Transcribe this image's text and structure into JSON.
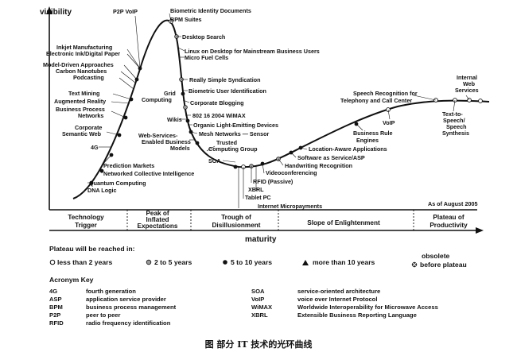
{
  "axis": {
    "y_label": "visibility",
    "x_label": "maturity",
    "as_of": "As of August 2005"
  },
  "phases": [
    {
      "lines": [
        "Technology",
        "Trigger"
      ]
    },
    {
      "lines": [
        "Peak of",
        "Inflated",
        "Expectations"
      ]
    },
    {
      "lines": [
        "Trough of",
        "Disillusionment"
      ]
    },
    {
      "lines": [
        "Slope of Enlightenment"
      ]
    },
    {
      "lines": [
        "Plateau of",
        "Productivity"
      ]
    }
  ],
  "technologies": [
    {
      "label": "P2P VoIP"
    },
    {
      "label": "Biometric Identity Documents"
    },
    {
      "label": "BPM Suites"
    },
    {
      "label": "Desktop Search"
    },
    {
      "label": "Inkjet Manufacturing"
    },
    {
      "label": "Electronic Ink/Digital Paper"
    },
    {
      "label": "Linux on Desktop for Mainstream Business Users"
    },
    {
      "label": "Micro Fuel Cells"
    },
    {
      "label": "Model-Driven Approaches"
    },
    {
      "label": "Carbon Nanotubes"
    },
    {
      "label": "Podcasting"
    },
    {
      "label": "Really Simple Syndication"
    },
    {
      "label": "Text Mining"
    },
    {
      "label": "Grid"
    },
    {
      "label": "Computing"
    },
    {
      "label": "Biometric User Identification"
    },
    {
      "label": "Augmented Reality"
    },
    {
      "label": "Corporate Blogging"
    },
    {
      "label": "Business Process"
    },
    {
      "label": "Networks"
    },
    {
      "label": "802 16 2004 WiMAX"
    },
    {
      "label": "Wikis"
    },
    {
      "label": "Organic Light-Emitting Devices"
    },
    {
      "label": "Corporate"
    },
    {
      "label": "Semantic Web"
    },
    {
      "label": "Mesh Networks — Sensor"
    },
    {
      "label": "Web-Services-"
    },
    {
      "label": "Enabled Business"
    },
    {
      "label": "Models"
    },
    {
      "label": "Trusted"
    },
    {
      "label": "Computing Group"
    },
    {
      "label": "4G"
    },
    {
      "label": "SOA"
    },
    {
      "label": "Prediction Markets"
    },
    {
      "label": "Networked Collective Intelligence"
    },
    {
      "label": "Quantum Computing"
    },
    {
      "label": "DNA Logic"
    },
    {
      "label": "Videoconferencing"
    },
    {
      "label": "RFID (Passive)"
    },
    {
      "label": "XBRL"
    },
    {
      "label": "Tablet PC"
    },
    {
      "label": "Internet Micropayments"
    },
    {
      "label": "Handwriting Recognition"
    },
    {
      "label": "Software as Service/ASP"
    },
    {
      "label": "Location-Aware Applications"
    },
    {
      "label": "Business Rule"
    },
    {
      "label": "Engines"
    },
    {
      "label": "VoIP"
    },
    {
      "label": "Speech Recognition for"
    },
    {
      "label": "Telephony and Call Center"
    },
    {
      "label": "Internal"
    },
    {
      "label": "Web"
    },
    {
      "label": "Services"
    },
    {
      "label": "Text-to-"
    },
    {
      "label": "Speech/"
    },
    {
      "label": "Speech"
    },
    {
      "label": "Synthesis"
    }
  ],
  "legend": {
    "title": "Plateau will be reached in:",
    "items": [
      {
        "label": "less than 2 years",
        "symbol": "open-circle"
      },
      {
        "label": "2 to 5 years",
        "symbol": "grey-circle"
      },
      {
        "label": "5 to 10 years",
        "symbol": "black-circle"
      },
      {
        "label": "more than 10 years",
        "symbol": "black-triangle"
      },
      {
        "label": "obsolete",
        "symbol": "crossed-circle"
      },
      {
        "label": "before plateau",
        "symbol": "crossed-circle"
      }
    ]
  },
  "acronyms": {
    "title": "Acronym Key",
    "left": [
      {
        "abbr": "4G",
        "meaning": "fourth generation"
      },
      {
        "abbr": "ASP",
        "meaning": "application service provider"
      },
      {
        "abbr": "BPM",
        "meaning": "business process management"
      },
      {
        "abbr": "P2P",
        "meaning": "peer to peer"
      },
      {
        "abbr": "RFID",
        "meaning": "radio frequency identification"
      }
    ],
    "right": [
      {
        "abbr": "SOA",
        "meaning": "service-oriented architecture"
      },
      {
        "abbr": "VoIP",
        "meaning": "voice over Internet Protocol"
      },
      {
        "abbr": "WiMAX",
        "meaning": "Worldwide Interoperability for Microwave Access"
      },
      {
        "abbr": "XBRL",
        "meaning": "Extensible Business Reporting Language"
      }
    ]
  },
  "caption": "图   部分 IT 技术的光环曲线",
  "colors": {
    "ink": "#111111",
    "grey_marker": "#9a9a9a",
    "background": "#ffffff"
  }
}
